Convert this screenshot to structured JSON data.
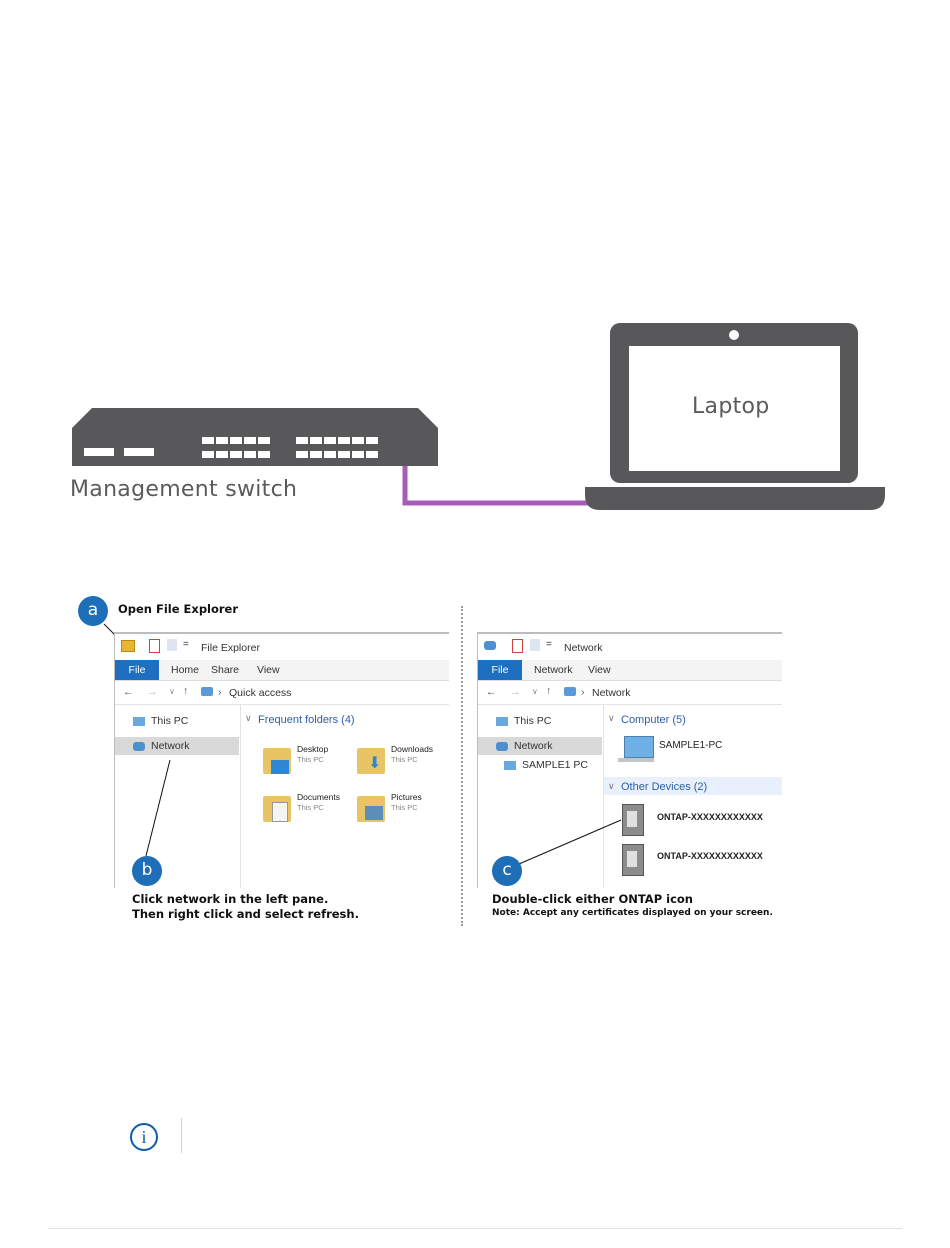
{
  "diagram": {
    "switch_label": "Management switch",
    "laptop_label": "Laptop",
    "colors": {
      "device_fill": "#58585a",
      "cable": "#a65cb8"
    }
  },
  "left_panel": {
    "window_title": "File Explorer",
    "ribbon_tabs": [
      "File",
      "Home",
      "Share",
      "View"
    ],
    "address": "Quick access",
    "nav": {
      "this_pc": "This PC",
      "network": "Network"
    },
    "group_header": "Frequent folders (4)",
    "folders": [
      {
        "name": "Desktop",
        "sub": "This PC",
        "icon": "folder-desktop-icon"
      },
      {
        "name": "Downloads",
        "sub": "This PC",
        "icon": "folder-downloads-icon"
      },
      {
        "name": "Documents",
        "sub": "This PC",
        "icon": "folder-documents-icon"
      },
      {
        "name": "Pictures",
        "sub": "This PC",
        "icon": "folder-pictures-icon"
      }
    ]
  },
  "right_panel": {
    "window_title": "Network",
    "ribbon_tabs": [
      "File",
      "Network",
      "View"
    ],
    "address": "Network",
    "nav": {
      "this_pc": "This PC",
      "network": "Network",
      "sample_pc": "SAMPLE1 PC"
    },
    "computer_header": "Computer (5)",
    "computer_item": "SAMPLE1-PC",
    "other_header": "Other Devices (2)",
    "devices": [
      "ONTAP-XXXXXXXXXXXX",
      "ONTAP-XXXXXXXXXXXX"
    ]
  },
  "steps": {
    "a": {
      "letter": "a",
      "text": "Open File Explorer"
    },
    "b": {
      "letter": "b",
      "line1": "Click network in the left pane.",
      "line2": "Then right click and select refresh."
    },
    "c": {
      "letter": "c",
      "line1": "Double-click either ONTAP icon",
      "note": "Note: Accept any certificates displayed on your screen."
    }
  },
  "info_icon_glyph": "i"
}
